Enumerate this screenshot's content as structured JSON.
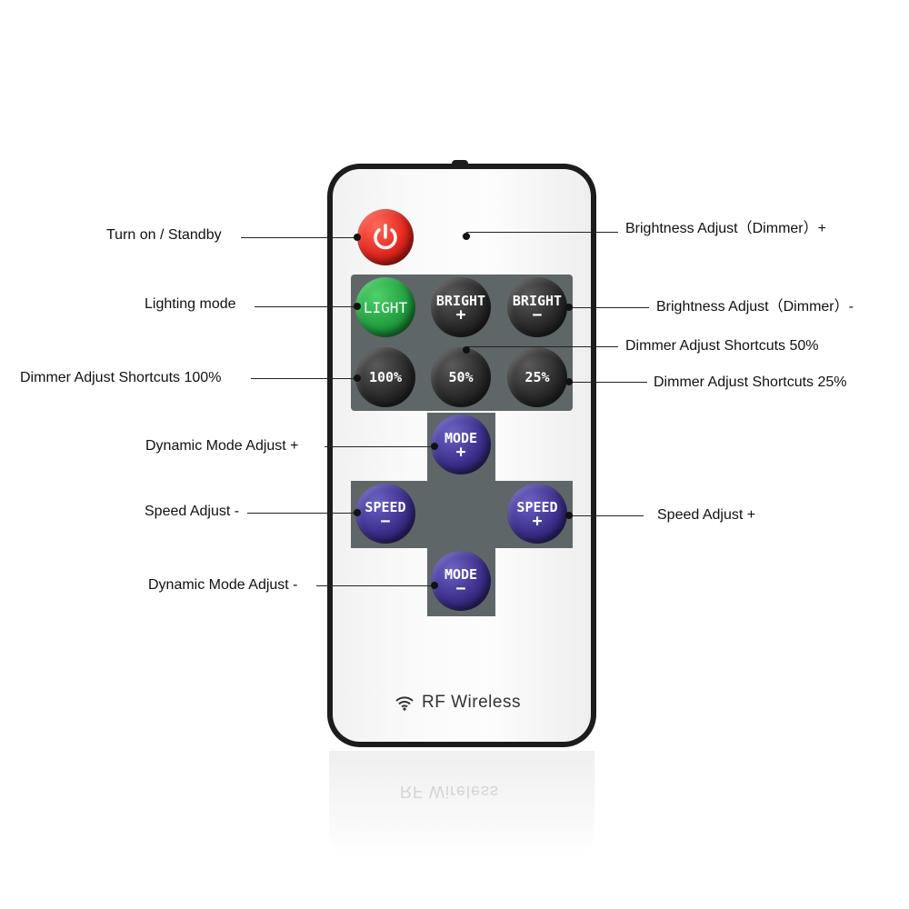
{
  "buttons": {
    "light": "LIGHT",
    "bright_plus": {
      "main": "BRIGHT",
      "sub": "+"
    },
    "bright_minus": {
      "main": "BRIGHT",
      "sub": "−"
    },
    "pct_100": "100%",
    "pct_50": "50%",
    "pct_25": "25%",
    "mode_plus": {
      "main": "MODE",
      "sub": "+"
    },
    "mode_minus": {
      "main": "MODE",
      "sub": "−"
    },
    "speed_minus": {
      "main": "SPEED",
      "sub": "−"
    },
    "speed_plus": {
      "main": "SPEED",
      "sub": "+"
    }
  },
  "branding": "RF Wireless",
  "labels": {
    "power": "Turn on / Standby",
    "bright_plus": "Brightness Adjust（Dimmer）+",
    "lighting_mode": "Lighting mode",
    "bright_minus": "Brightness Adjust（Dimmer）-",
    "shortcut_50": "Dimmer Adjust Shortcuts 50%",
    "shortcut_100": "Dimmer Adjust Shortcuts 100%",
    "shortcut_25": "Dimmer Adjust Shortcuts 25%",
    "mode_plus": "Dynamic Mode Adjust +",
    "speed_minus": "Speed Adjust -",
    "speed_plus": "Speed Adjust +",
    "mode_minus": "Dynamic Mode Adjust -"
  },
  "colors": {
    "power": "#e2261e",
    "light": "#1e9a3c",
    "dark_button": "#2a2a2a",
    "mode_button": "#3c2f8c",
    "panel": "#5e6668"
  }
}
